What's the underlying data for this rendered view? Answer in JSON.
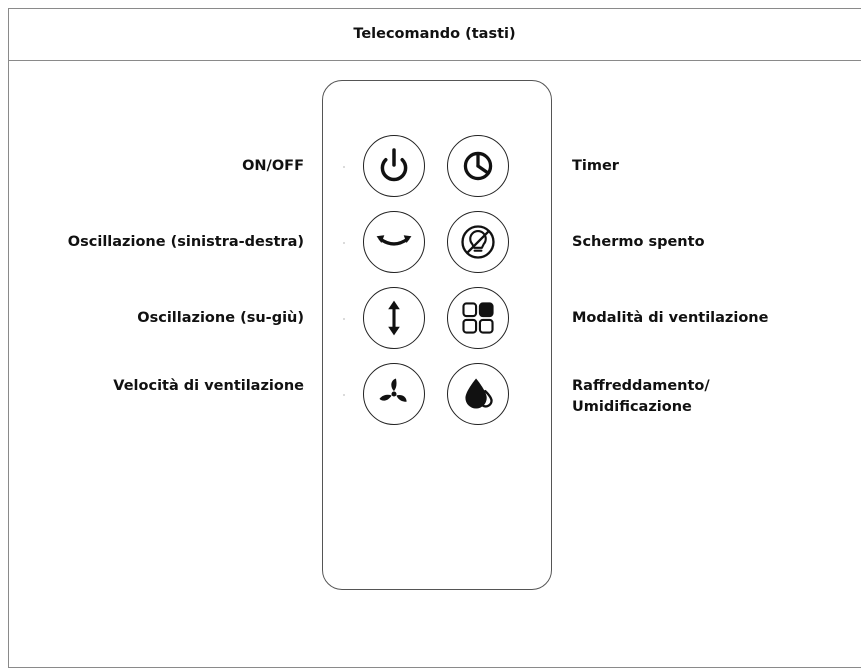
{
  "header": {
    "title": "Telecomando (tasti)"
  },
  "buttons": [
    {
      "icon": "power-icon",
      "label": "ON/OFF",
      "side": "left"
    },
    {
      "icon": "timer-icon",
      "label": "Timer",
      "side": "right"
    },
    {
      "icon": "swing-horizontal-icon",
      "label": "Oscillazione (sinistra-destra)",
      "side": "left"
    },
    {
      "icon": "display-off-icon",
      "label": "Schermo spento",
      "side": "right"
    },
    {
      "icon": "swing-vertical-icon",
      "label": "Oscillazione (su-giù)",
      "side": "left"
    },
    {
      "icon": "mode-grid-icon",
      "label": "Modalità di ventilazione",
      "side": "right"
    },
    {
      "icon": "fan-icon",
      "label": "Velocità di ventilazione",
      "side": "left"
    },
    {
      "icon": "water-drop-icon",
      "label_line1": "Raffreddamento/",
      "label_line2": "Umidificazione",
      "side": "right"
    }
  ]
}
